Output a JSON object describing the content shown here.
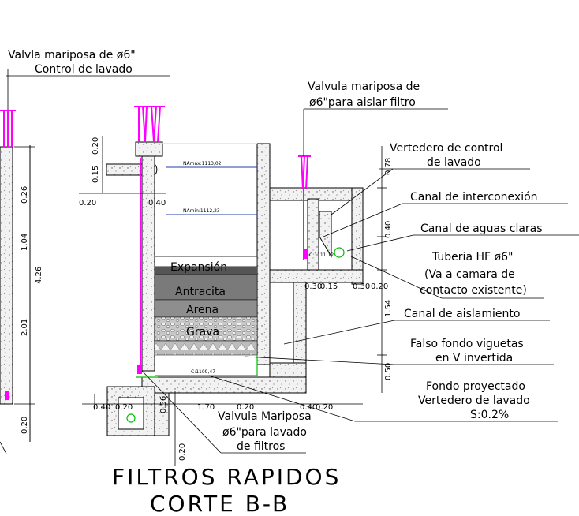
{
  "title": {
    "line1": "FILTROS RAPIDOS",
    "line2": "CORTE B-B"
  },
  "callouts": {
    "valve_wash_control_1": "Valvla mariposa de ø6\"",
    "valve_wash_control_2": "Control de lavado",
    "valve_isolate_1": "Valvula mariposa de",
    "valve_isolate_2": "ø6\"para aislar filtro",
    "weir_control_1": "Vertedero de control",
    "weir_control_2": "de lavado",
    "interconnect_channel": "Canal de interconexión",
    "clear_water_channel": "Canal de aguas claras",
    "pipe_1": "Tuberia HF ø6\"",
    "pipe_2": "(Va a camara de",
    "pipe_3": "contacto existente)",
    "isolation_channel": "Canal de aislamiento",
    "false_bottom_1": "Falso fondo viguetas",
    "false_bottom_2": "en V invertida",
    "projected_bottom_1": "Fondo proyectado",
    "projected_bottom_2": "Vertedero de lavado",
    "projected_bottom_3": "S:0.2%",
    "valve_wash_1": "Valvula Mariposa",
    "valve_wash_2": "ø6\"para lavado",
    "valve_wash_3": "de filtros"
  },
  "layers": {
    "expansion": "Expansión",
    "anthracite": "Antracita",
    "sand": "Arena",
    "gravel": "Grava"
  },
  "levels": {
    "max": "NAmáx:1113,02",
    "min": "NAmin:1112,23",
    "bottom": "C:1109,47",
    "outlet": "C:1111:12"
  },
  "dimensions": {
    "left_026": "0.26",
    "left_104": "1.04",
    "left_426": "4.26",
    "left_201": "2.01",
    "left_020": "0.20",
    "top_020": "0.20",
    "top_015": "0.15",
    "h_020": "0.20",
    "h_040": "0.40",
    "r_078": "0.78",
    "r_040": "0.40",
    "r_154": "1.54",
    "r_050": "0.50",
    "b_030": "0.30",
    "b_015": "0.15",
    "b_030b": "0.30",
    "b_020": "0.20",
    "bot_040": "0.40",
    "bot_020": "0.20",
    "bot_056": "0.56",
    "bot_170": "1.70",
    "bot_020b": "0.20",
    "bot_040b": "0.40",
    "bot_020c": "0.20",
    "bot_020v": "0.20"
  },
  "colors": {
    "valve": "#ff00ff",
    "water_level": "#1f3fae",
    "top_line": "#ffff00",
    "green": "#00c000",
    "concrete": "#e9e9e9"
  }
}
